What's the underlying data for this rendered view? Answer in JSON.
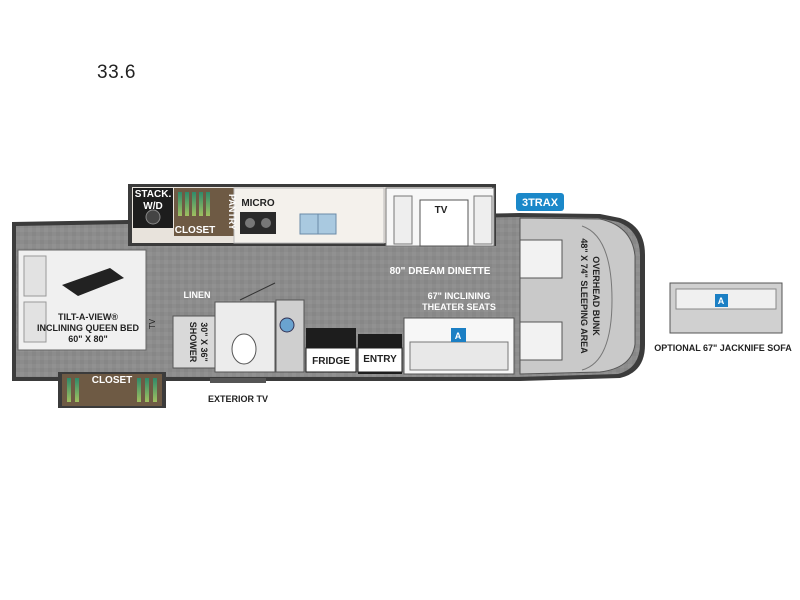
{
  "model": "33.6",
  "labels": {
    "stack_wd_1": "STACK.",
    "stack_wd_2": "W/D",
    "closet_top": "CLOSET",
    "pantry": "PANTRY",
    "micro": "MICRO",
    "tv_dinette": "TV",
    "dinette": "80\" DREAM DINETTE",
    "bed_1": "TILT-A-VIEW®",
    "bed_2": "INCLINING QUEEN BED",
    "bed_3": "60\" X 80\"",
    "tv_bedroom": "TV",
    "linen": "LINEN",
    "shower_1": "SHOWER",
    "shower_2": "30\" X 36\"",
    "fridge": "FRIDGE",
    "entry": "ENTRY",
    "theater_1": "67\" INCLINING",
    "theater_2": "THEATER SEATS",
    "theater_badge": "A",
    "bunk_1": "OVERHEAD BUNK",
    "bunk_2": "48\" X 74\" SLEEPING AREA",
    "closet_bottom": "CLOSET",
    "exterior_tv": "EXTERIOR TV",
    "sofa_badge": "A",
    "optional_sofa": "OPTIONAL 67\" JACKNIFE SOFA"
  },
  "logo": {
    "text": "3TRAX",
    "color": "#1b88c9"
  },
  "colors": {
    "floor": "#8a8a8a",
    "cabinet": "#e8e3dc",
    "closet": "#6e5a44",
    "appliance": "#1d1d1d",
    "badge": "#1b7fc4"
  }
}
